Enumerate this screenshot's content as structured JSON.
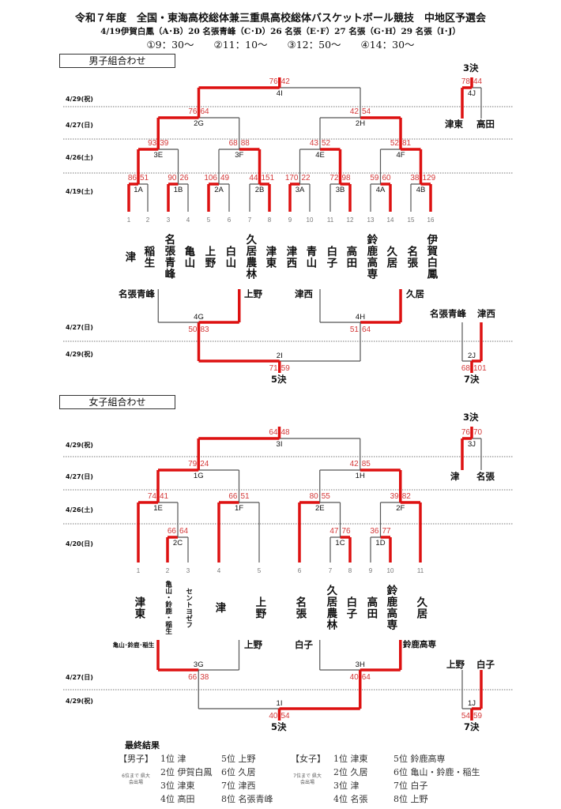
{
  "header": {
    "title": "令和７年度　全国・東海高校総体兼三重県高校総体バスケットボール競技　中地区予選会",
    "venues": "4/19伊賀白鳳（A･B）20 名張青峰（C･D）26 名張（E･F）27 名張（G･H）29 名張（I･J）",
    "times": "①9：30～　　②11：10～　　③12：50～　　④14：30～"
  },
  "colors": {
    "winner_line": "#dd1111",
    "score": "#d43a3a",
    "line": "#555555"
  },
  "men": {
    "section_title": "男子組合わせ",
    "dates": {
      "d429": "4/29(祝)",
      "d427": "4/27(日)",
      "d426": "4/26(土)",
      "d419": "4/19(土)",
      "c427": "4/27(日)",
      "c429": "4/29(祝)"
    },
    "numbers": [
      "1",
      "2",
      "3",
      "4",
      "5",
      "6",
      "7",
      "8",
      "9",
      "10",
      "11",
      "12",
      "13",
      "14",
      "15",
      "16"
    ],
    "teams": [
      "津",
      "稲生",
      "名張青峰",
      "亀山",
      "上野",
      "白山",
      "久居農林",
      "津東",
      "津西",
      "青山",
      "白子",
      "高田",
      "鈴鹿高専",
      "久居",
      "名張",
      "伊賀白鳳"
    ],
    "matches": {
      "1A": {
        "label": "1A",
        "score": [
          "86",
          "51"
        ]
      },
      "1B": {
        "label": "1B",
        "score": [
          "90",
          "26"
        ]
      },
      "2A": {
        "label": "2A",
        "score": [
          "106",
          "49"
        ]
      },
      "2B": {
        "label": "2B",
        "score": [
          "44",
          "151"
        ]
      },
      "3A": {
        "label": "3A",
        "score": [
          "170",
          "22"
        ]
      },
      "3B": {
        "label": "3B",
        "score": [
          "72",
          "98"
        ]
      },
      "4A": {
        "label": "4A",
        "score": [
          "59",
          "60"
        ]
      },
      "4B": {
        "label": "4B",
        "score": [
          "38",
          "129"
        ]
      },
      "3E": {
        "label": "3E",
        "score": [
          "93",
          "39"
        ]
      },
      "3F": {
        "label": "3F",
        "score": [
          "68",
          "88"
        ]
      },
      "4E": {
        "label": "4E",
        "score": [
          "43",
          "52"
        ]
      },
      "4F": {
        "label": "4F",
        "score": [
          "52",
          "81"
        ]
      },
      "2G": {
        "label": "2G",
        "score": [
          "76",
          "64"
        ]
      },
      "2H": {
        "label": "2H",
        "score": [
          "42",
          "54"
        ]
      },
      "4I": {
        "label": "4I",
        "score": [
          "76",
          "42"
        ]
      },
      "4J": {
        "label": "4J",
        "score": [
          "78",
          "44"
        ]
      },
      "4G": {
        "label": "4G",
        "score": [
          "50",
          "83"
        ]
      },
      "4H": {
        "label": "4H",
        "score": [
          "51",
          "64"
        ]
      },
      "2I": {
        "label": "2I",
        "score": [
          "71",
          "59"
        ]
      },
      "2J": {
        "label": "2J",
        "score": [
          "68",
          "101"
        ]
      }
    },
    "third": {
      "title": "3決",
      "left": "津東",
      "right": "高田"
    },
    "consolation": {
      "g_left": "名張青峰",
      "g_right": "上野",
      "h_left": "津西",
      "h_right": "久居",
      "fifth": "5決",
      "seventh": "7決",
      "j_left": "名張青峰",
      "j_right": "津西"
    }
  },
  "women": {
    "section_title": "女子組合わせ",
    "dates": {
      "d429": "4/29(祝)",
      "d427": "4/27(日)",
      "d426": "4/26(土)",
      "d420": "4/20(日)",
      "c427": "4/27(日)",
      "c429": "4/29(祝)"
    },
    "numbers": [
      "1",
      "2",
      "3",
      "4",
      "5",
      "6",
      "7",
      "8",
      "9",
      "10",
      "11"
    ],
    "teams": [
      "津東",
      "亀山・鈴鹿・稲生",
      "セントヨゼフ",
      "津",
      "上野",
      "名張",
      "久居農林",
      "白子",
      "高田",
      "鈴鹿高専",
      "久居"
    ],
    "matches": {
      "2C": {
        "label": "2C",
        "score": [
          "66",
          "64"
        ]
      },
      "1C": {
        "label": "1C",
        "score": [
          "47",
          "76"
        ]
      },
      "1D": {
        "label": "1D",
        "score": [
          "36",
          "77"
        ]
      },
      "1E": {
        "label": "1E",
        "score": [
          "74",
          "41"
        ]
      },
      "1F": {
        "label": "1F",
        "score": [
          "66",
          "51"
        ]
      },
      "2E": {
        "label": "2E",
        "score": [
          "80",
          "55"
        ]
      },
      "2F": {
        "label": "2F",
        "score": [
          "39",
          "82"
        ]
      },
      "1G": {
        "label": "1G",
        "score": [
          "79",
          "24"
        ]
      },
      "1H": {
        "label": "1H",
        "score": [
          "42",
          "85"
        ]
      },
      "3I": {
        "label": "3I",
        "score": [
          "64",
          "48"
        ]
      },
      "3J": {
        "label": "3J",
        "score": [
          "76",
          "70"
        ]
      },
      "3G": {
        "label": "3G",
        "score": [
          "66",
          "38"
        ]
      },
      "3H": {
        "label": "3H",
        "score": [
          "40",
          "64"
        ]
      },
      "1I": {
        "label": "1I",
        "score": [
          "40",
          "54"
        ]
      },
      "1J": {
        "label": "1J",
        "score": [
          "54",
          "59"
        ]
      }
    },
    "third": {
      "title": "3決",
      "left": "津",
      "right": "名張"
    },
    "consolation": {
      "g_left": "亀山･鈴鹿･稲生",
      "g_right": "上野",
      "h_left": "白子",
      "h_right": "鈴鹿高専",
      "fifth": "5決",
      "seventh": "7決",
      "j_left": "上野",
      "j_right": "白子"
    }
  },
  "results": {
    "title": "最終結果",
    "men_label": "【男子】",
    "men_note": "6位まで 県大会出場",
    "men": [
      "1位 津",
      "2位 伊賀白鳳",
      "3位 津東",
      "4位 高田",
      "5位 上野",
      "6位 久居",
      "7位 津西",
      "8位 名張青峰"
    ],
    "women_label": "【女子】",
    "women_note": "7位まで 県大会出場",
    "women": [
      "1位 津東",
      "2位 久居",
      "3位 津",
      "4位 名張",
      "5位 鈴鹿高専",
      "6位 亀山・鈴鹿・稲生",
      "7位 白子",
      "8位 上野"
    ]
  }
}
